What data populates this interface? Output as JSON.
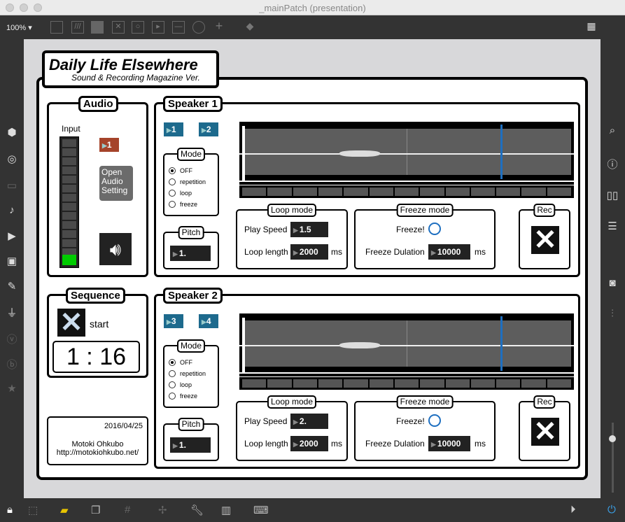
{
  "window": {
    "title": "_mainPatch (presentation)",
    "zoom": "100%"
  },
  "title": {
    "main": "Daily Life Elsewhere",
    "sub": "Sound & Recording Magazine Ver."
  },
  "audio": {
    "label": "Audio",
    "input_label": "Input",
    "channel_btn": "1",
    "open_setting": "Open Audio Setting",
    "meter_level": 0.08
  },
  "speakers": [
    {
      "label": "Speaker 1",
      "out_a": "1",
      "out_b": "2",
      "mode_label": "Mode",
      "modes": [
        "OFF",
        "repetition",
        "loop",
        "freeze"
      ],
      "selected_mode": "OFF",
      "pitch_label": "Pitch",
      "pitch": "1.",
      "loop_label": "Loop mode",
      "play_speed_label": "Play Speed",
      "play_speed": "1.5",
      "loop_length_label": "Loop length",
      "loop_length": "2000",
      "ms": "ms",
      "freeze_label": "Freeze mode",
      "freeze_toggle_label": "Freeze!",
      "freeze_dur_label": "Freeze Dulation",
      "freeze_dur": "10000",
      "rec_label": "Rec"
    },
    {
      "label": "Speaker 2",
      "out_a": "3",
      "out_b": "4",
      "mode_label": "Mode",
      "modes": [
        "OFF",
        "repetition",
        "loop",
        "freeze"
      ],
      "selected_mode": "OFF",
      "pitch_label": "Pitch",
      "pitch": "1.",
      "loop_label": "Loop mode",
      "play_speed_label": "Play Speed",
      "play_speed": "2.",
      "loop_length_label": "Loop length",
      "loop_length": "2000",
      "ms": "ms",
      "freeze_label": "Freeze mode",
      "freeze_toggle_label": "Freeze!",
      "freeze_dur_label": "Freeze Dulation",
      "freeze_dur": "10000",
      "rec_label": "Rec"
    }
  ],
  "sequence": {
    "label": "Sequence",
    "start_label": "start",
    "time": "1 : 16"
  },
  "info": {
    "date": "2016/04/25",
    "author": "Motoki Ohkubo",
    "url": "http://motokiohkubo.net/"
  },
  "colors": {
    "accent": "#1d6a8d",
    "channel": "#a5432a",
    "playhead": "#1e6fc0"
  }
}
